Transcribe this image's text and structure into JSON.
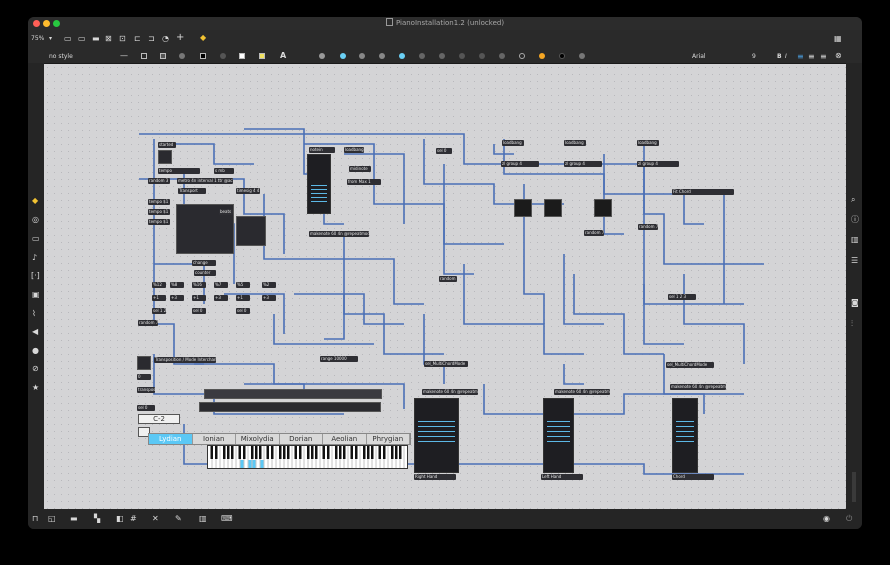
{
  "window": {
    "title": "PianoInstallation1.2 (unlocked)"
  },
  "toolbar": {
    "zoom": "75%",
    "style_menu": "no style",
    "font_name": "Arial",
    "font_size": "9",
    "bold": "B",
    "italic": "I",
    "text_tool": "A"
  },
  "patch": {
    "objects": [
      "started",
      "tempo",
      "s mb",
      "random 3",
      "Transport",
      "metro 4n interval 1 ttr @active 1",
      "timesig 4 4",
      "tempo $1",
      "beats",
      "counter",
      "change",
      "multislider",
      "notein",
      "midinote",
      "from Max 1",
      "makenote 60 4n @repeatmode 2",
      "random 7",
      "sel 0",
      "Fit Chord",
      "random 6",
      "sel 1 2 3",
      "sel_MultiChordMode",
      "transpose",
      "zl group 4",
      "Transposition / Mode Interchange",
      "loadbang",
      "pitch",
      "range 10000",
      "kslider"
    ],
    "staff_labels": [
      "Right Hand",
      "Left Hand",
      "Chord"
    ],
    "note_display": "C-2",
    "modes": [
      "Lydian",
      "Ionian",
      "Mixolydia",
      "Dorian",
      "Aeolian",
      "Phrygian"
    ],
    "selected_mode": "Lydian"
  },
  "icons": {
    "sidebar_left": [
      "cube-icon",
      "target-icon",
      "window-icon",
      "music-note-icon",
      "bracket-icon",
      "image-icon",
      "paperclip-icon",
      "plugin-icon",
      "p-icon",
      "circle-slash-icon",
      "star-icon"
    ],
    "sidebar_right": [
      "search-icon",
      "info-icon",
      "layout-icon",
      "list-icon",
      "camera-icon",
      "sliders-icon"
    ]
  },
  "colors": {
    "patch_cord": "#4a6fb5",
    "selected_mode": "#5bc8f5",
    "staff_line": "#5cb8e6"
  }
}
